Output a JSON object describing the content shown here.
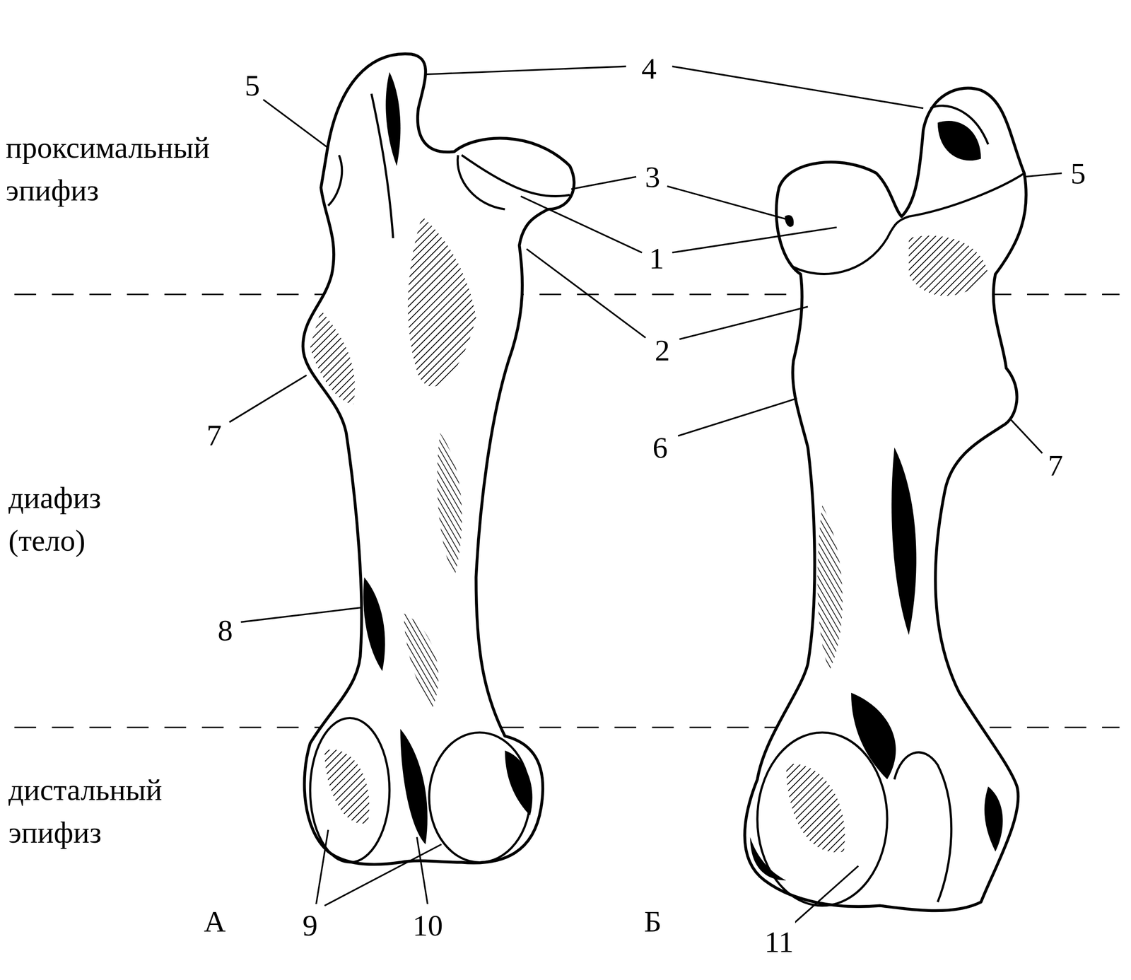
{
  "diagram": {
    "labels": [
      "проксимальный эпифиз",
      "5",
      "4",
      "3",
      "1",
      "5",
      "2",
      "7",
      "6",
      "7",
      "диафиз (тело)",
      "8",
      "дистальный эпифиз",
      "А",
      "9",
      "10",
      "Б",
      "11"
    ]
  }
}
